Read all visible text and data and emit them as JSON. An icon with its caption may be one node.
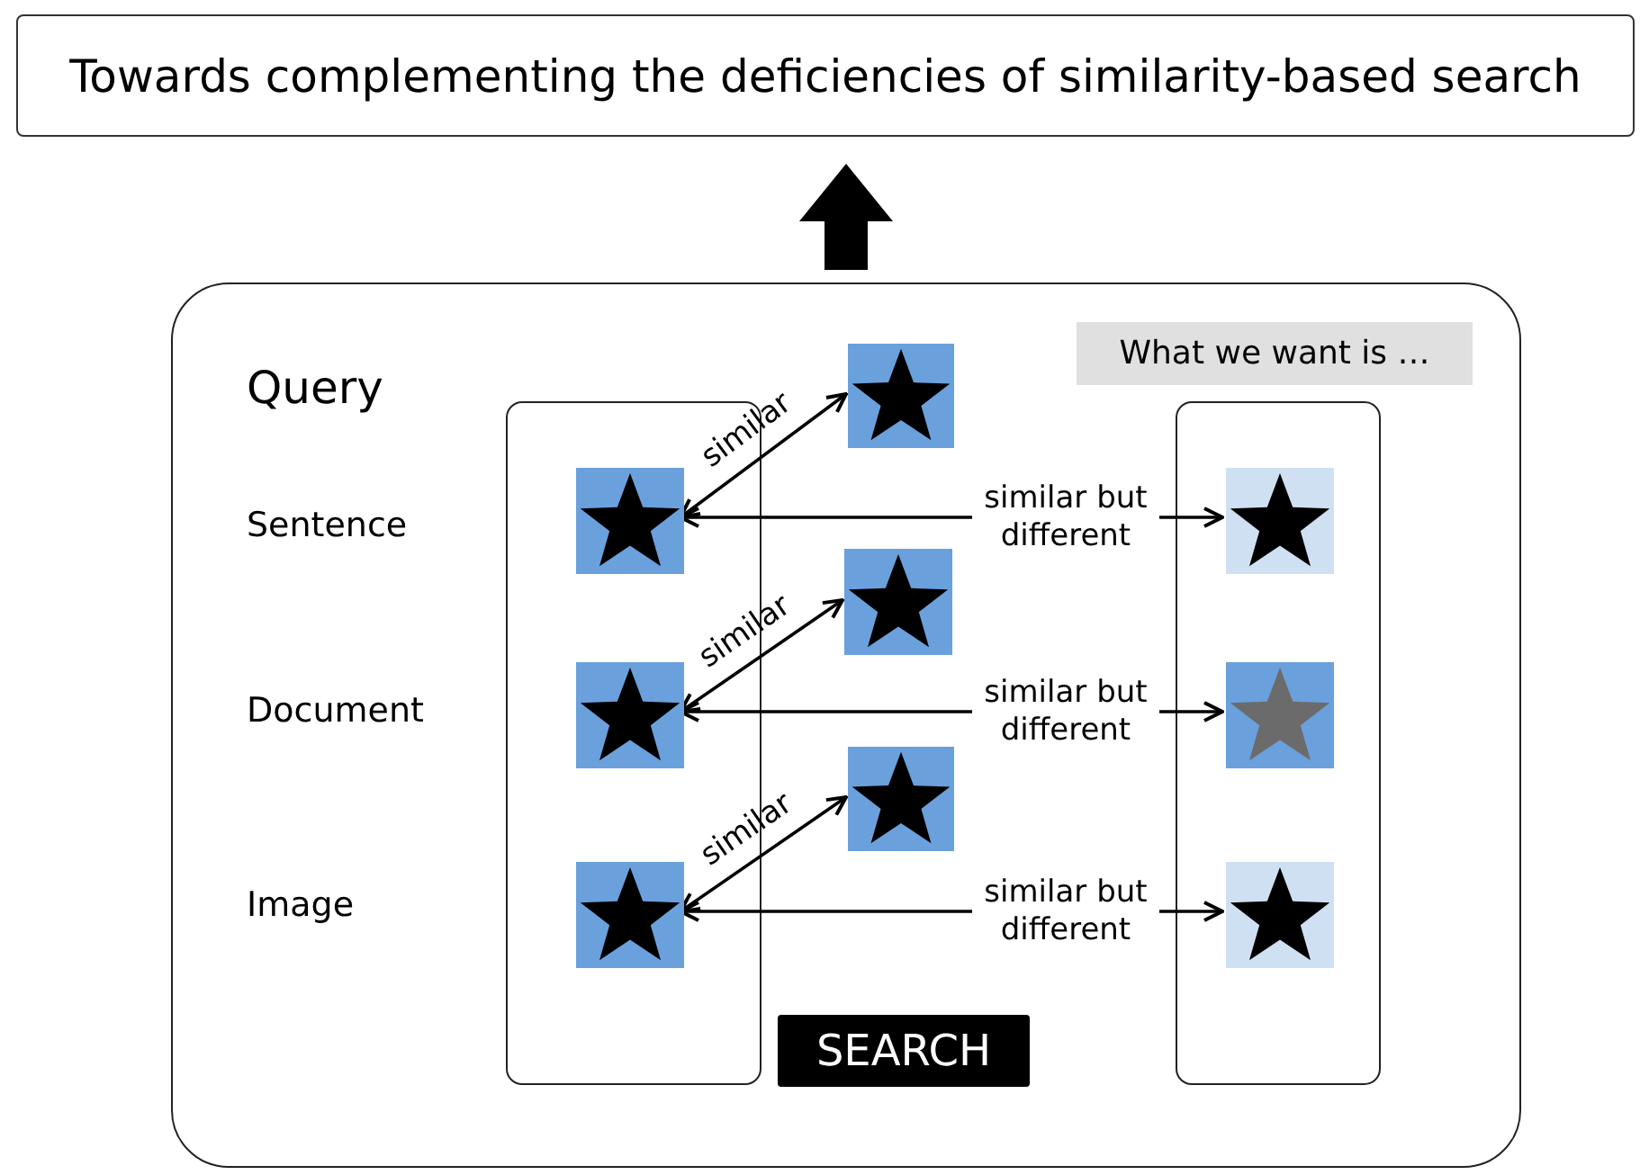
{
  "diagram": {
    "nodes": [
      {
        "text": [
          "Towards complementing the deficiencies of similarity-based search"
        ]
      },
      {
        "text": [],
        "shape": "box"
      },
      {
        "text": [],
        "shape": "box",
        "in": 1
      },
      {
        "text": [],
        "shape": "picture",
        "in": 2
      },
      {
        "text": [],
        "shape": "picture",
        "in": 2
      },
      {
        "text": [],
        "shape": "picture",
        "in": 2
      },
      {
        "text": [],
        "shape": "picture",
        "in": 1
      },
      {
        "text": [],
        "shape": "picture",
        "in": 1
      },
      {
        "text": [],
        "shape": "picture",
        "in": 1
      },
      {
        "text": [],
        "shape": "box",
        "in": 1
      },
      {
        "text": [],
        "shape": "picture",
        "in": 9
      },
      {
        "text": [],
        "shape": "picture",
        "in": 9
      },
      {
        "text": [],
        "shape": "picture",
        "in": 9
      },
      {
        "text": [
          "What we want is …"
        ],
        "in": 1
      },
      {
        "text": [
          "SEARCH"
        ],
        "in": 1
      }
    ],
    "edges": [
      {
        "from": 1,
        "to": 0,
        "arrow": "to",
        "style": "thick"
      },
      {
        "from": 3,
        "to": 6,
        "arrow": "both",
        "label": "similar"
      },
      {
        "from": 3,
        "to": 10,
        "arrow": "both",
        "label": "similar but different"
      },
      {
        "from": 4,
        "to": 7,
        "arrow": "both",
        "label": "similar"
      },
      {
        "from": 4,
        "to": 11,
        "arrow": "both",
        "label": "similar but different"
      },
      {
        "from": 5,
        "to": 8,
        "arrow": "both",
        "label": "similar"
      },
      {
        "from": 5,
        "to": 12,
        "arrow": "both",
        "label": "similar but different"
      }
    ],
    "labels": [
      "Query",
      "Sentence",
      "Document",
      "Image"
    ]
  }
}
